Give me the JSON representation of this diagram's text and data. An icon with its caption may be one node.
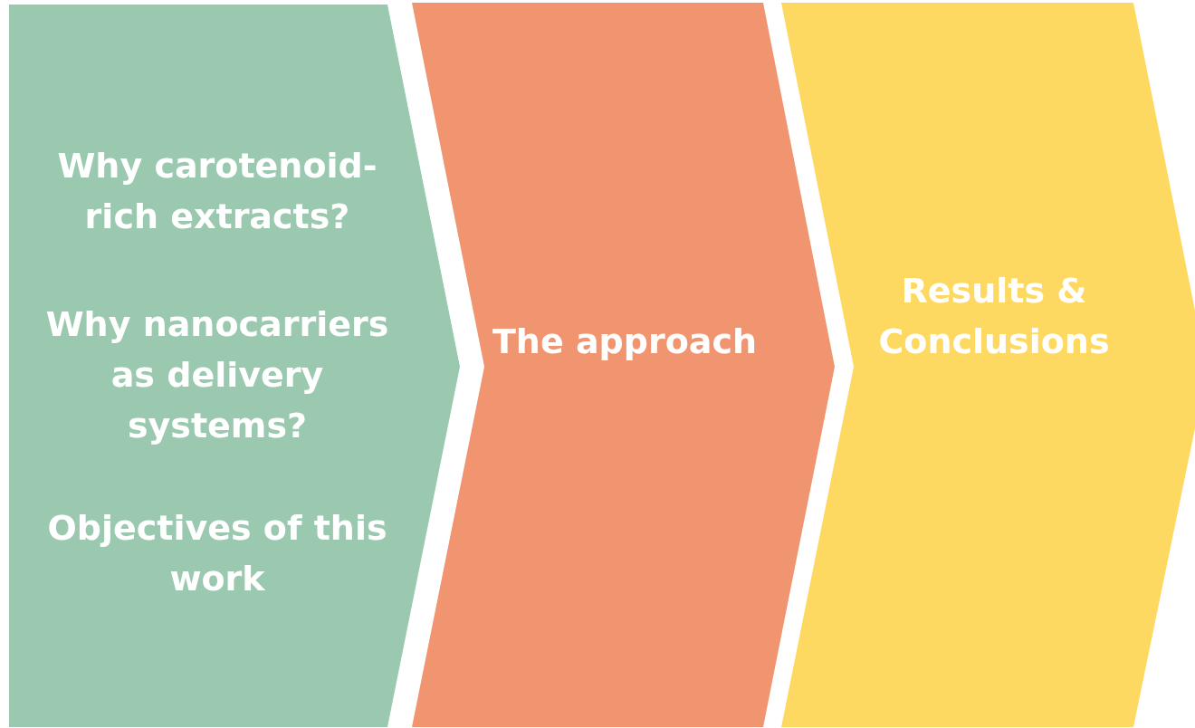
{
  "diagram": {
    "nodes": [
      {
        "text": [
          "Why carotenoid-rich extracts?",
          "Why nanocarriers as delivery systems?",
          "Objectives of this work"
        ]
      },
      {
        "text": [
          "The approach"
        ]
      },
      {
        "text": [
          "Results & Conclusions"
        ]
      }
    ]
  }
}
